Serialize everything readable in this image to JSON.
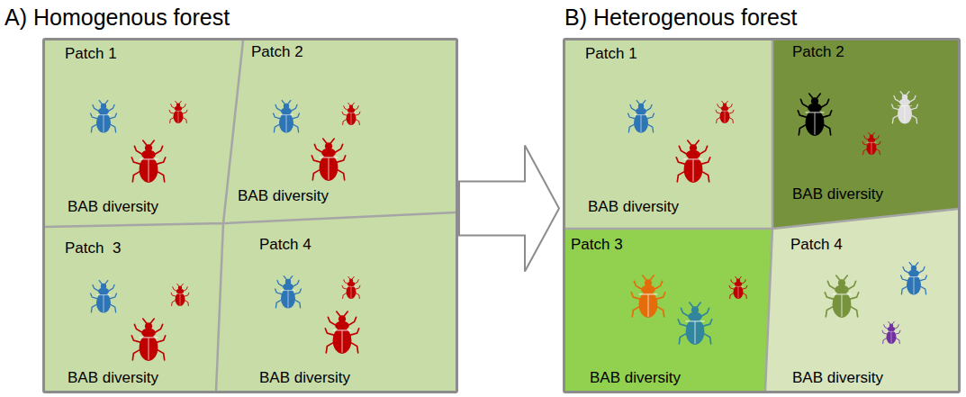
{
  "diagram": {
    "nodes": [
      {
        "text": [
          "A) Homogenous forest"
        ]
      },
      {
        "text": [
          "Patch 1",
          "BAB diversity"
        ],
        "in": 0
      },
      {
        "text": [
          "Patch 2",
          "BAB diversity"
        ],
        "in": 0
      },
      {
        "text": [
          "Patch  3",
          "BAB diversity"
        ],
        "in": 0
      },
      {
        "text": [
          "Patch 4",
          "BAB diversity"
        ],
        "in": 0
      },
      {
        "text": [
          "B) Heterogenous forest"
        ]
      },
      {
        "text": [
          "Patch 1",
          "BAB diversity"
        ],
        "in": 5
      },
      {
        "text": [
          "Patch 2",
          "BAB diversity"
        ],
        "in": 5
      },
      {
        "text": [
          "Patch 3",
          "BAB diversity"
        ],
        "in": 5
      },
      {
        "text": [
          "Patch 4",
          "BAB diversity"
        ],
        "in": 5
      }
    ],
    "edges": [
      {
        "from": 0,
        "to": 5,
        "arrow": "to"
      }
    ]
  }
}
